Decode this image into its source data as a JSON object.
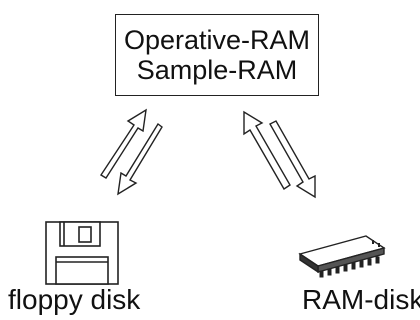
{
  "ram_box": {
    "line1": "Operative-RAM",
    "line2": "Sample-RAM"
  },
  "floppy": {
    "label": "floppy disk",
    "icon": "floppy-disk-icon"
  },
  "ramdisk": {
    "label": "RAM-disk",
    "icon": "memory-chip-icon"
  },
  "arrows": {
    "left": "double-arrow-icon",
    "right": "double-arrow-icon"
  }
}
